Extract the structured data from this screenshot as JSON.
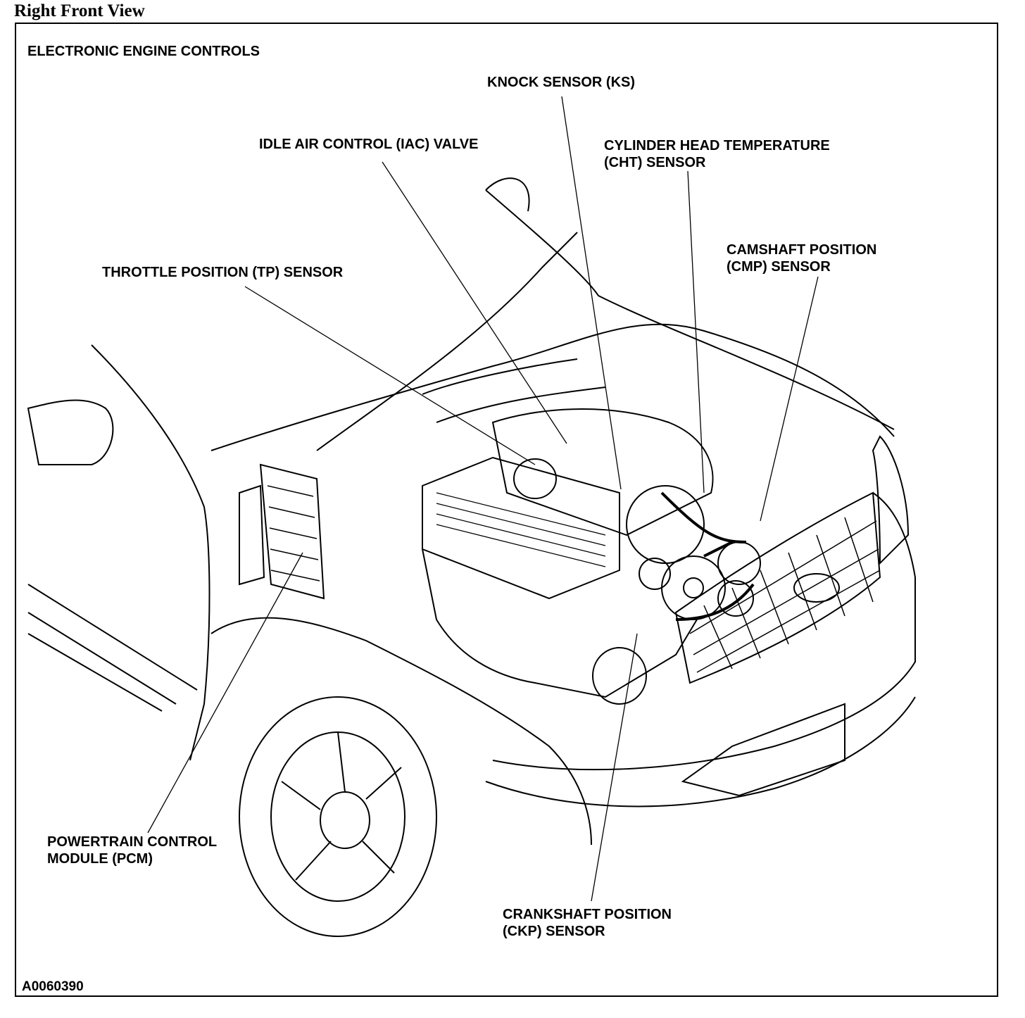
{
  "header": {
    "view_title": "Right Front View"
  },
  "diagram": {
    "title": "ELECTRONIC ENGINE CONTROLS",
    "figure_id": "A0060390",
    "labels": {
      "knock_sensor": [
        "KNOCK SENSOR (KS)"
      ],
      "iac_valve": [
        "IDLE AIR CONTROL (IAC) VALVE"
      ],
      "cht_sensor": [
        "CYLINDER HEAD TEMPERATURE",
        "(CHT) SENSOR"
      ],
      "cmp_sensor": [
        "CAMSHAFT POSITION",
        "(CMP) SENSOR"
      ],
      "tp_sensor": [
        "THROTTLE POSITION (TP) SENSOR"
      ],
      "pcm": [
        "POWERTRAIN CONTROL",
        "MODULE (PCM)"
      ],
      "ckp_sensor": [
        "CRANKSHAFT POSITION",
        "(CKP) SENSOR"
      ]
    }
  }
}
